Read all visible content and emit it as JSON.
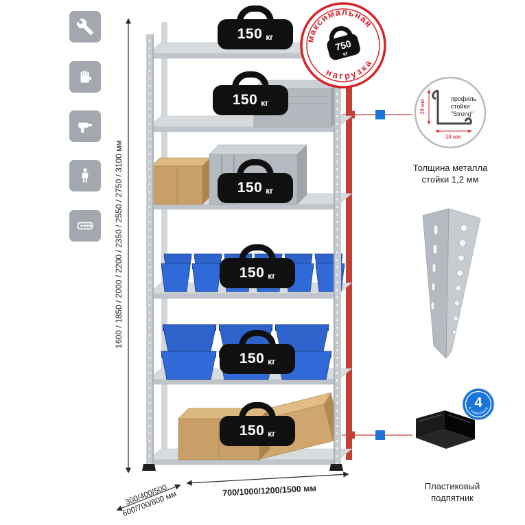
{
  "sidebar": {
    "icons": [
      {
        "name": "wrench"
      },
      {
        "name": "work-gloves"
      },
      {
        "name": "drill"
      },
      {
        "name": "person-height"
      },
      {
        "name": "fastener-kit"
      }
    ]
  },
  "dimensions": {
    "height_label": "1600 / 1850 / 2000 / 2200 / 2350 / 2550 / 2750 / 3100 мм",
    "depth_label_line1": "300/400/500",
    "depth_label_line2": "600/700/800 мм",
    "width_label": "700/1000/1200/1500 мм"
  },
  "shelf_loads": [
    {
      "value": "150",
      "unit": "кг"
    },
    {
      "value": "150",
      "unit": "кг"
    },
    {
      "value": "150",
      "unit": "кг"
    },
    {
      "value": "150",
      "unit": "кг"
    },
    {
      "value": "150",
      "unit": "кг"
    },
    {
      "value": "150",
      "unit": "кг"
    }
  ],
  "max_load_stamp": {
    "arc_top": "максимальная",
    "arc_bottom": "нагрузка",
    "value": "750",
    "unit": "кг"
  },
  "profile_detail": {
    "label_line1": "профиль",
    "label_line2": "стойки",
    "label_line3": "\"Strong\"",
    "vertical_dim": "38 мм",
    "horizontal_dim": "38 мм.",
    "caption_line1": "Толщина металла",
    "caption_line2": "стойки 1,2 мм"
  },
  "foot_detail": {
    "badge_value": "4",
    "badge_text": "в комплекте",
    "caption_line1": "Пластиковый",
    "caption_line2": "подпятник"
  },
  "colors": {
    "accent_red": "#d6242a",
    "accent_blue": "#1b74d8",
    "metal_gray": "#c6cbd0",
    "icon_gray": "#a2a8ae"
  }
}
